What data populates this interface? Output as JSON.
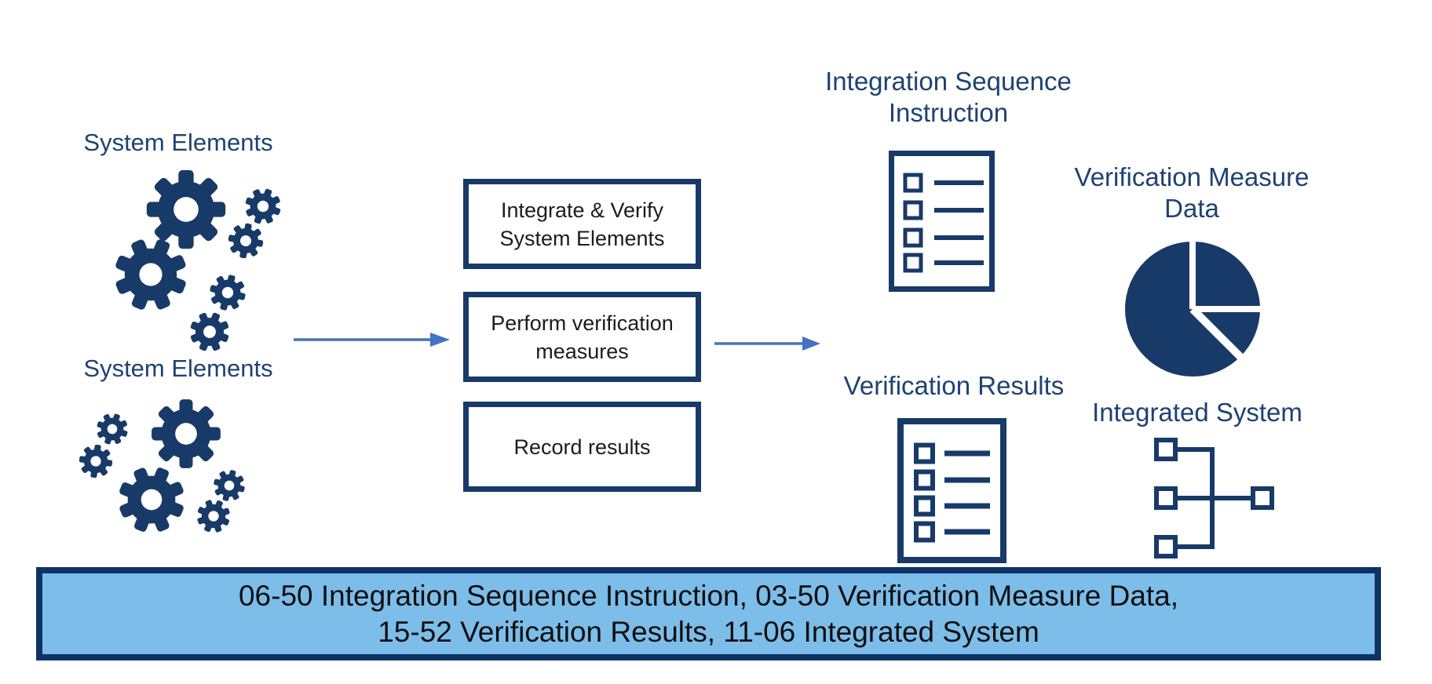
{
  "colors": {
    "navy_shapes": "#183a68",
    "title_text": "#1e4273",
    "arrow_blue": "#4472c4",
    "banner_fill": "#7cbde9",
    "banner_border": "#0d3266",
    "box_text": "#1c1c1c",
    "banner_text": "#0f0f0f",
    "background": "#ffffff"
  },
  "left": {
    "group1_label": "System Elements",
    "group2_label": "System Elements",
    "icon": "gears-icon"
  },
  "process": {
    "boxes": [
      {
        "lines": [
          "Integrate & Verify",
          "System Elements"
        ]
      },
      {
        "lines": [
          "Perform verification",
          "measures"
        ]
      },
      {
        "lines": [
          "Record results"
        ]
      }
    ]
  },
  "outputs": {
    "integration_sequence": {
      "title_lines": [
        "Integration Sequence",
        "Instruction"
      ],
      "icon": "checklist-icon"
    },
    "verification_results": {
      "title": "Verification Results",
      "icon": "checklist-icon"
    },
    "verification_measure": {
      "title_lines": [
        "Verification Measure",
        "Data"
      ],
      "icon": "pie-chart-icon"
    },
    "integrated_system": {
      "title": "Integrated System",
      "icon": "hierarchy-icon"
    }
  },
  "banner": {
    "line1": "06-50 Integration Sequence Instruction, 03-50 Verification Measure Data,",
    "line2": "15-52 Verification Results, 11-06 Integrated System"
  }
}
